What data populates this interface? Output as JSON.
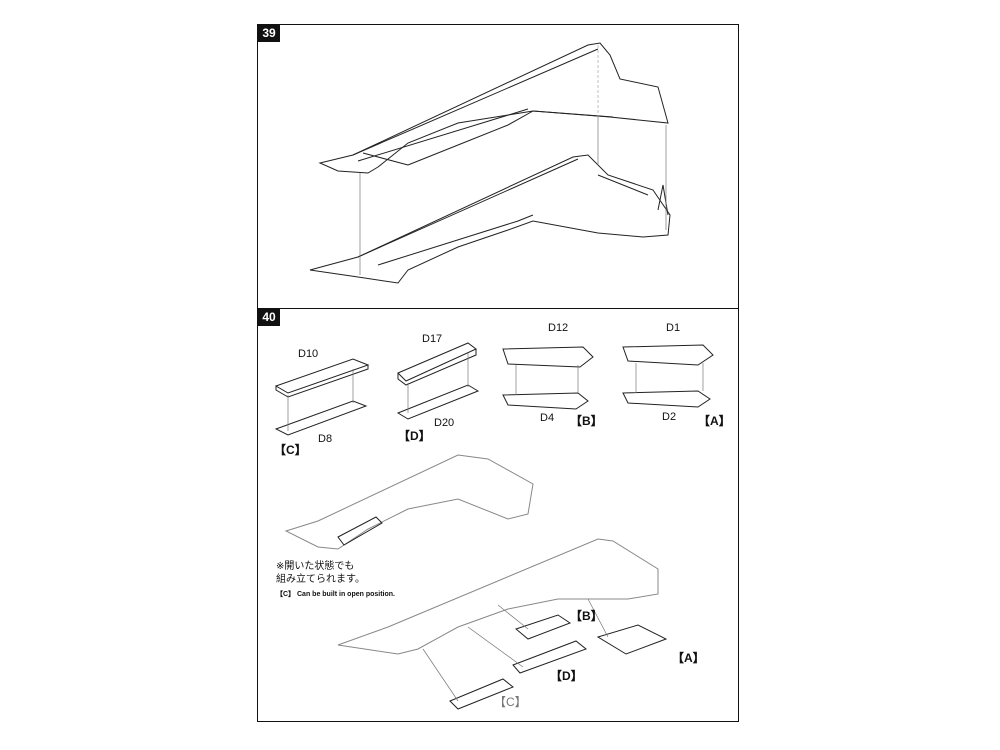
{
  "steps": {
    "s39": "39",
    "s40": "40"
  },
  "subassemblies": {
    "c": {
      "top": "D10",
      "bottom": "D8",
      "tag": "【C】"
    },
    "d": {
      "top": "D17",
      "bottom": "D20",
      "tag": "【D】"
    },
    "b": {
      "top": "D12",
      "bottom": "D4",
      "tag": "【B】"
    },
    "a": {
      "top": "D1",
      "bottom": "D2",
      "tag": "【A】"
    }
  },
  "assembly_tags": {
    "b": "【B】",
    "a": "【A】",
    "d": "【D】",
    "c": "【C】"
  },
  "note": {
    "jp_line1": "※開いた状態でも",
    "jp_line2": "組み立てられます。",
    "en": "【C】 Can be built in open position."
  }
}
